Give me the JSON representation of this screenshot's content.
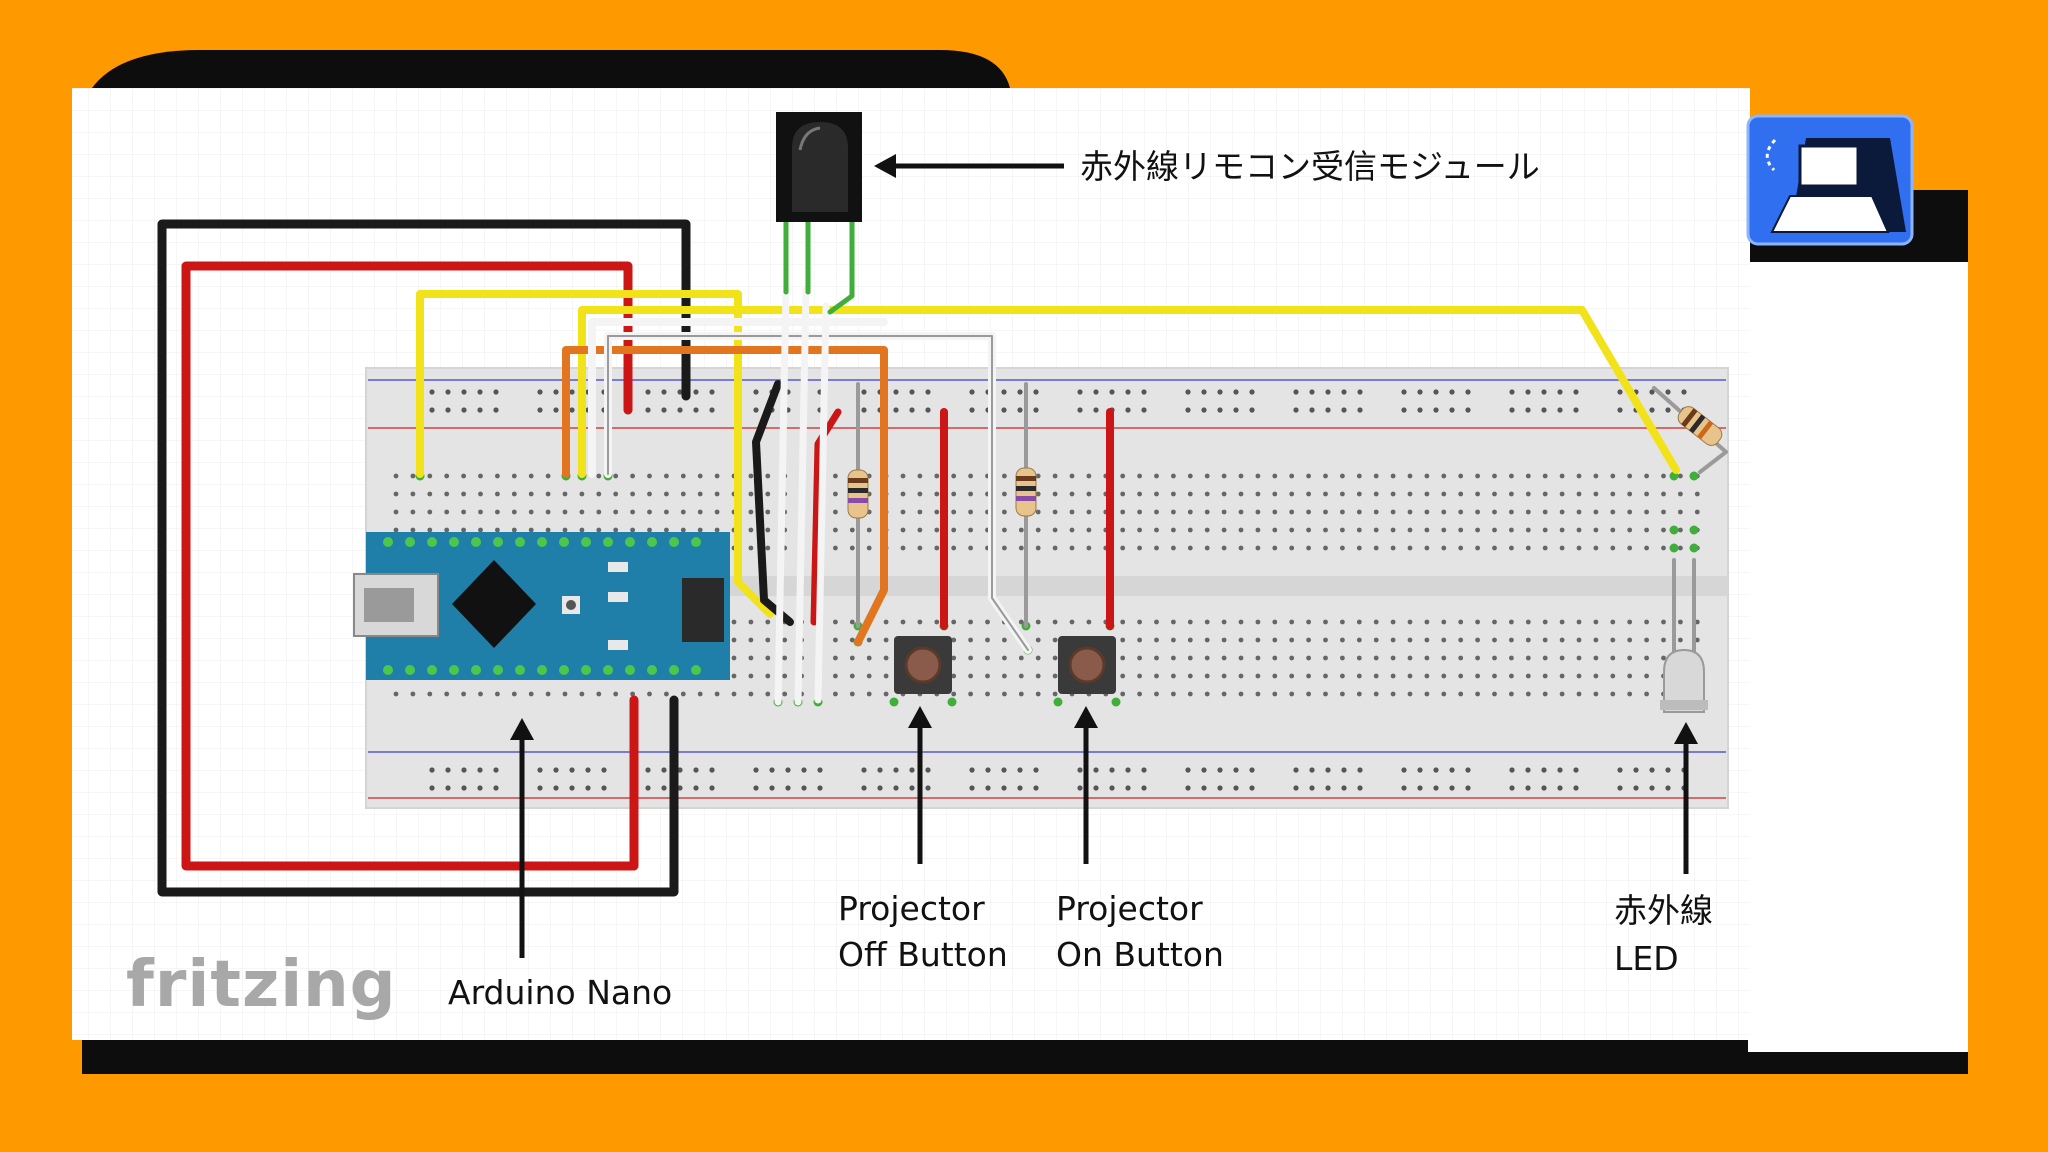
{
  "labels": {
    "ir_module": "赤外線リモコン受信モジュール",
    "arduino": "Arduino Nano",
    "off_button_line1": "Projector",
    "off_button_line2": "Off Button",
    "on_button_line1": "Projector",
    "on_button_line2": "On Button",
    "ir_led_line1": "赤外線",
    "ir_led_line2": "LED"
  },
  "logo": "fritzing",
  "colors": {
    "background": "#ff9900",
    "panel": "#ffffff",
    "breadboard": "#e4e4e4",
    "arduino": "#1f7fa8",
    "wire_red": "#cc1515",
    "wire_black": "#1a1a1a",
    "wire_yellow": "#f2e21a",
    "wire_orange": "#e2751f",
    "wire_white": "#f4f4f4",
    "wire_green": "#3fae3a",
    "icon_blue": "#2f6ff0"
  },
  "icons": [
    "computer-logo-icon",
    "ir-receiver-icon",
    "pushbutton-icon",
    "resistor-icon",
    "ir-led-icon"
  ]
}
